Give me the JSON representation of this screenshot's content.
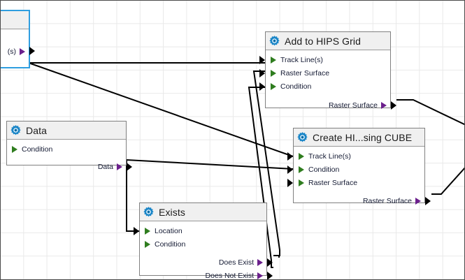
{
  "canvas": {
    "background_color": "#ffffff",
    "grid_color": "#e9e9e9",
    "border_color": "#4a4a4a",
    "wire_color": "#000000",
    "selection_color": "#2f9ee0",
    "title_bar_color": "#f0f0f0",
    "input_marker_color": "#2f7d1f",
    "output_marker_color": "#6b1f8c",
    "gear_icon_color": "#1a86c8"
  },
  "nodes": [
    {
      "id": "partial-top-left",
      "title": "",
      "icon": "gear-icon",
      "selected": true,
      "inputs": [],
      "outputs": [
        {
          "label": "(s)"
        }
      ]
    },
    {
      "id": "add-to-hips-grid",
      "title": "Add to HIPS Grid",
      "icon": "gear-icon",
      "selected": false,
      "inputs": [
        {
          "label": "Track Line(s)"
        },
        {
          "label": "Raster Surface"
        },
        {
          "label": "Condition"
        }
      ],
      "outputs": [
        {
          "label": "Raster Surface"
        }
      ]
    },
    {
      "id": "data",
      "title": "Data",
      "icon": "gear-icon",
      "selected": false,
      "inputs": [
        {
          "label": "Condition"
        }
      ],
      "outputs": [
        {
          "label": "Data"
        }
      ]
    },
    {
      "id": "create-hips-using-cube",
      "title": "Create HI...sing CUBE",
      "icon": "gear-icon",
      "selected": false,
      "inputs": [
        {
          "label": "Track Line(s)"
        },
        {
          "label": "Condition"
        },
        {
          "label": "Raster Surface"
        }
      ],
      "outputs": [
        {
          "label": "Raster Surface"
        }
      ]
    },
    {
      "id": "exists",
      "title": "Exists",
      "icon": "gear-icon",
      "selected": false,
      "inputs": [
        {
          "label": "Location"
        },
        {
          "label": "Condition"
        }
      ],
      "outputs": [
        {
          "label": "Does Exist"
        },
        {
          "label": "Does Not Exist"
        }
      ]
    }
  ],
  "connections": [
    {
      "from": "partial-top-left.out.0",
      "to": "add-to-hips-grid.in.0"
    },
    {
      "from": "partial-top-left.out.0",
      "to": "create-hips-using-cube.in.0"
    },
    {
      "from": "data.out.0",
      "to": "exists.in.0"
    },
    {
      "from": "data.out.0",
      "to": "create-hips-using-cube.in.1"
    },
    {
      "from": "exists.out.0",
      "to": "add-to-hips-grid.in.1"
    },
    {
      "from": "exists.out.1",
      "to": "add-to-hips-grid.in.2"
    },
    {
      "from": "add-to-hips-grid.out.0",
      "to": "offscreen-right"
    },
    {
      "from": "create-hips-using-cube.out.0",
      "to": "offscreen-right"
    }
  ]
}
